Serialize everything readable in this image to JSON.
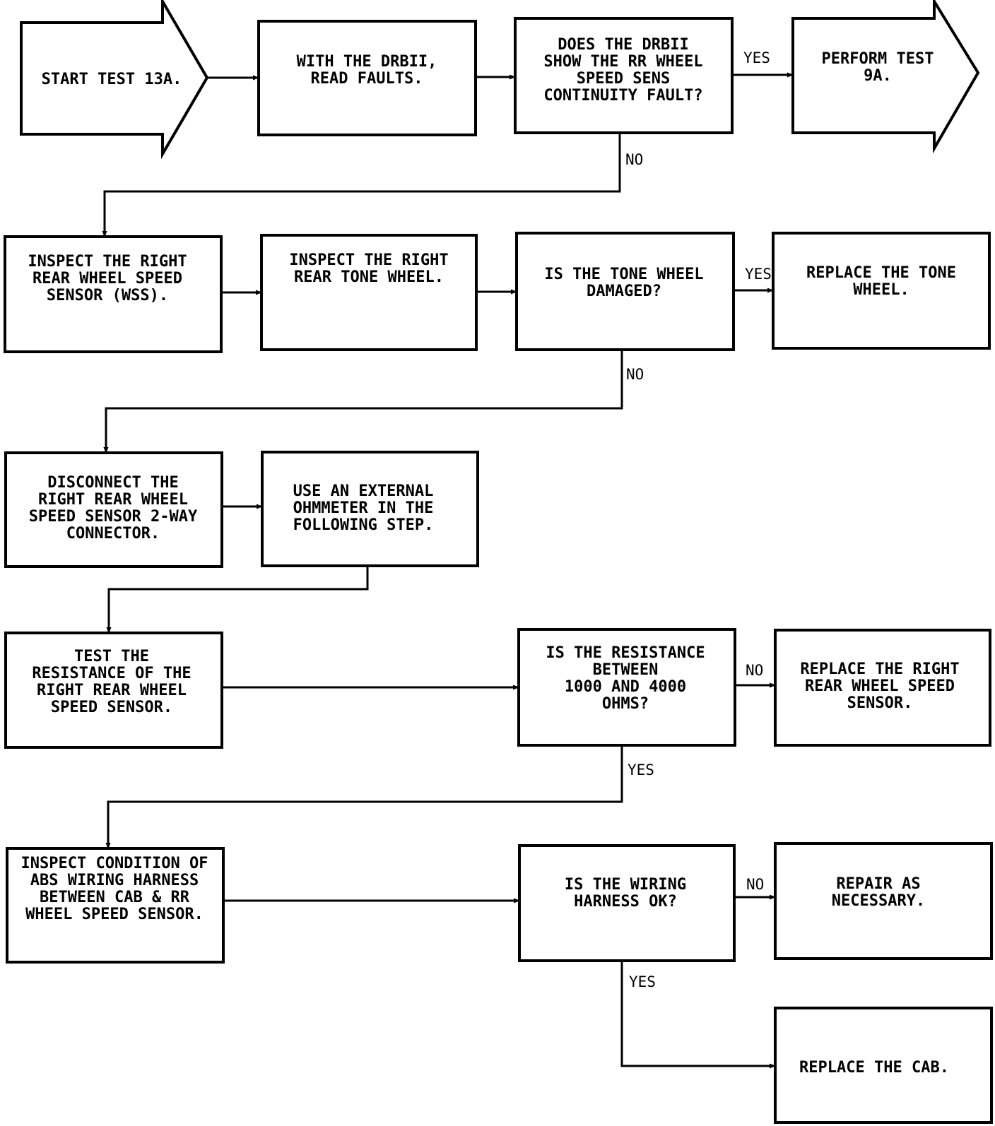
{
  "nodes": {
    "start": [
      "START TEST 13A."
    ],
    "read_faults": [
      "WITH THE DRBII,",
      "READ FAULTS."
    ],
    "q_continuity": [
      "DOES THE DRBII",
      "SHOW THE RR WHEEL",
      "SPEED SENS",
      "CONTINUITY FAULT?"
    ],
    "perform_9a": [
      "PERFORM TEST",
      "9A."
    ],
    "inspect_wss": [
      "INSPECT THE RIGHT",
      "REAR WHEEL SPEED",
      "SENSOR (WSS)."
    ],
    "inspect_tone": [
      "INSPECT THE RIGHT",
      "REAR TONE WHEEL."
    ],
    "q_tone": [
      "IS THE TONE WHEEL",
      "DAMAGED?"
    ],
    "replace_tone": [
      "REPLACE THE TONE",
      "WHEEL."
    ],
    "disconnect": [
      "DISCONNECT THE",
      "RIGHT REAR WHEEL",
      "SPEED SENSOR 2-WAY",
      "CONNECTOR."
    ],
    "ohmmeter": [
      "USE AN EXTERNAL",
      "OHMMETER IN THE",
      "FOLLOWING STEP."
    ],
    "test_resistance": [
      "TEST THE",
      "RESISTANCE OF THE",
      "RIGHT REAR WHEEL",
      "SPEED SENSOR."
    ],
    "q_resistance": [
      "IS THE RESISTANCE",
      "BETWEEN",
      "1000 AND 4000",
      "OHMS?"
    ],
    "replace_sensor": [
      "REPLACE THE RIGHT",
      "REAR WHEEL SPEED",
      "SENSOR."
    ],
    "inspect_harness": [
      "INSPECT CONDITION OF",
      "ABS WIRING HARNESS",
      "BETWEEN CAB & RR",
      "WHEEL SPEED SENSOR."
    ],
    "q_harness": [
      "IS THE WIRING",
      "HARNESS OK?"
    ],
    "repair": [
      "REPAIR AS",
      "NECESSARY."
    ],
    "replace_cab": [
      "REPLACE THE CAB."
    ]
  },
  "labels": {
    "yes_continuity": "YES",
    "no_continuity": "NO",
    "yes_tone": "YES",
    "no_tone": "NO",
    "no_resistance": "NO",
    "yes_resistance": "YES",
    "no_harness": "NO",
    "yes_harness": "YES"
  }
}
